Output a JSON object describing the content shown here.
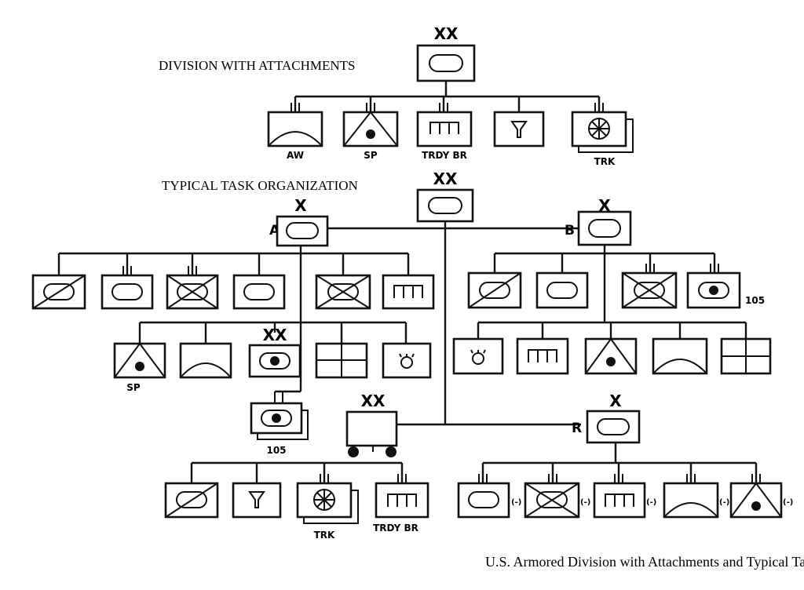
{
  "labels": {
    "division_title": "DIVISION WITH ATTACHMENTS",
    "task_title": "TYPICAL TASK ORGANIZATION",
    "caption": "U.S. Armored Division with Attachments and Typical Task Organization",
    "echelon_division": "XX",
    "echelon_brigade": "X",
    "cc_a": "A",
    "cc_b": "B",
    "cc_r": "R",
    "aw": "AW",
    "sp": "SP",
    "trdy_br": "TRDY BR",
    "trk": "TRK",
    "howitzer_105": "105",
    "reduced": "(-)"
  }
}
